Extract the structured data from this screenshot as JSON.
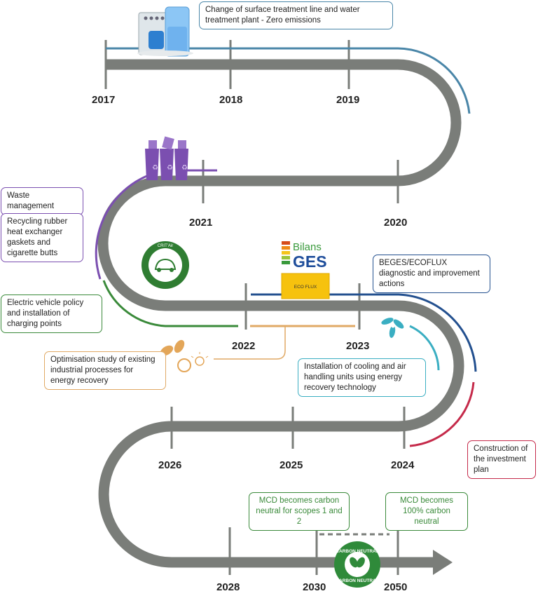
{
  "years": {
    "y2017": "2017",
    "y2018": "2018",
    "y2019": "2019",
    "y2020": "2020",
    "y2021": "2021",
    "y2022": "2022",
    "y2023": "2023",
    "y2024": "2024",
    "y2025": "2025",
    "y2026": "2026",
    "y2028": "2028",
    "y2030": "2030",
    "y2050": "2050"
  },
  "callouts": {
    "surface_treatment": "Change of surface treatment line and water treatment plant - Zero emissions",
    "waste_management": "Waste management",
    "recycling": "Recycling rubber heat exchanger gaskets and cigarette butts",
    "electric_vehicle": "Electric vehicle policy and installation of charging points",
    "optimisation": "Optimisation study of existing industrial processes for energy recovery",
    "beges": "BEGES/ECOFLUX diagnostic and improvement actions",
    "cooling": "Installation of cooling and air handling units using energy recovery technology",
    "investment": "Construction of the investment plan",
    "carbon_scopes": "MCD becomes carbon neutral for scopes 1 and 2",
    "carbon_full": "MCD becomes 100% carbon neutral"
  },
  "logos": {
    "bilans": "Bilans",
    "ges": "GES",
    "ecoflux": "ECO FLUX",
    "critair": "CRIT'Air",
    "carbon_neutral_top": "CARBON NEUTRAL",
    "carbon_neutral_bottom": "CARBON NEUTRAL"
  },
  "colors": {
    "road": "#7a7d79",
    "blue": "#4a86a8",
    "purple": "#7b4fb0",
    "green": "#3a8a3a",
    "orange": "#e0a965",
    "teal": "#3aaec2",
    "navy": "#23508f",
    "red": "#c52a4a"
  }
}
